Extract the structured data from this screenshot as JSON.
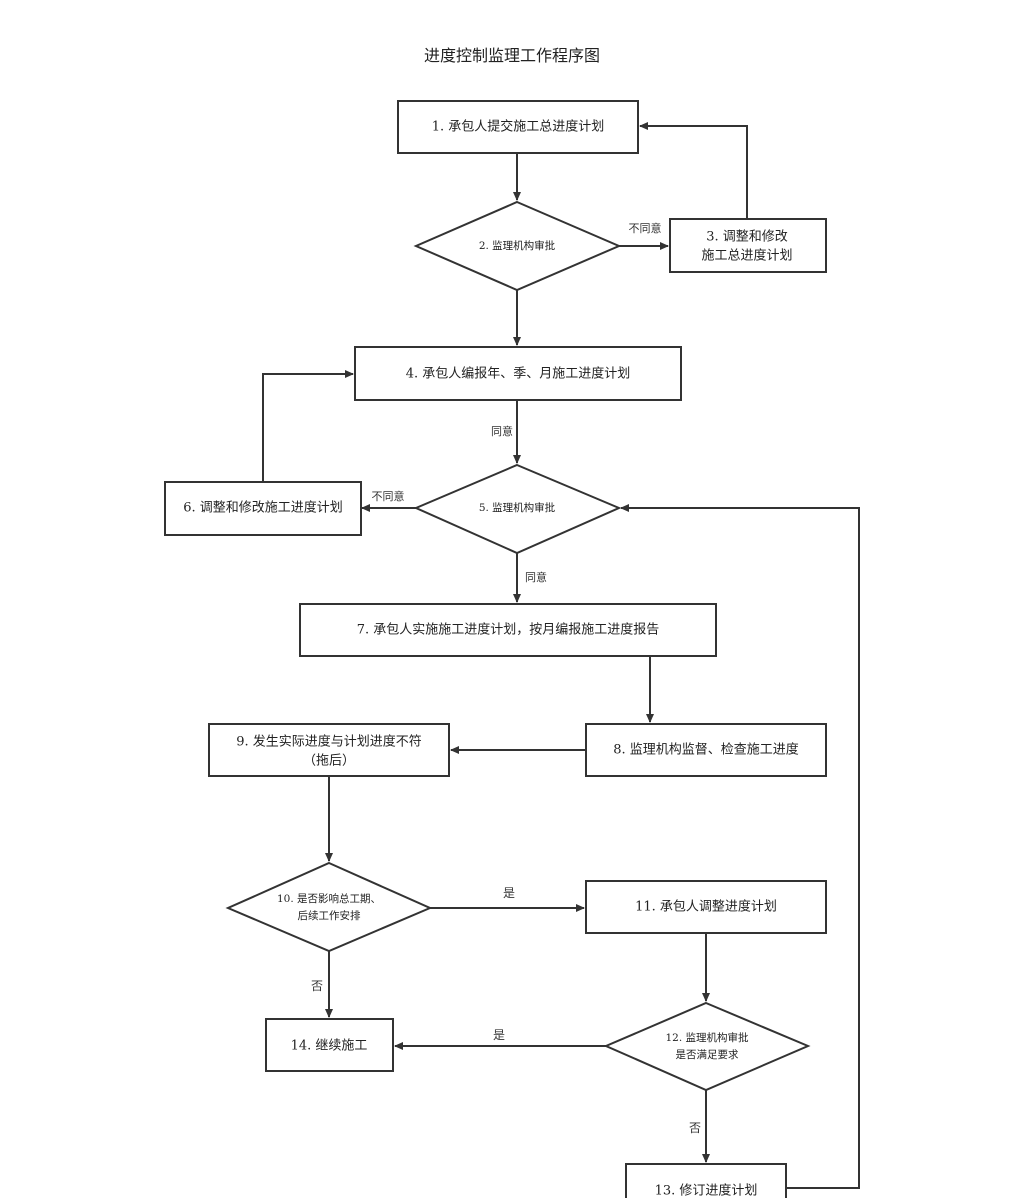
{
  "title": "进度控制监理工作程序图",
  "nodes": {
    "n1": "1. 承包人提交施工总进度计划",
    "n2": "2. 监理机构审批",
    "n3_line1": "3. 调整和修改",
    "n3_line2": "施工总进度计划",
    "n4": "4. 承包人编报年、季、月施工进度计划",
    "n5": "5. 监理机构审批",
    "n6": "6. 调整和修改施工进度计划",
    "n7": "7. 承包人实施施工进度计划，按月编报施工进度报告",
    "n8": "8. 监理机构监督、检查施工进度",
    "n9_line1": "9. 发生实际进度与计划进度不符",
    "n9_line2": "（拖后）",
    "n10_line1": "10. 是否影响总工期、",
    "n10_line2": "后续工作安排",
    "n11": "11. 承包人调整进度计划",
    "n12_line1": "12. 监理机构审批",
    "n12_line2": "是否满足要求",
    "n13": "13. 修订进度计划",
    "n14": "14. 继续施工"
  },
  "edge_labels": {
    "e2_3": "不同意",
    "e4_5": "同意",
    "e5_6": "不同意",
    "e5_7": "同意",
    "e10_11": "是",
    "e10_14": "否",
    "e12_14": "是",
    "e12_13": "否"
  }
}
